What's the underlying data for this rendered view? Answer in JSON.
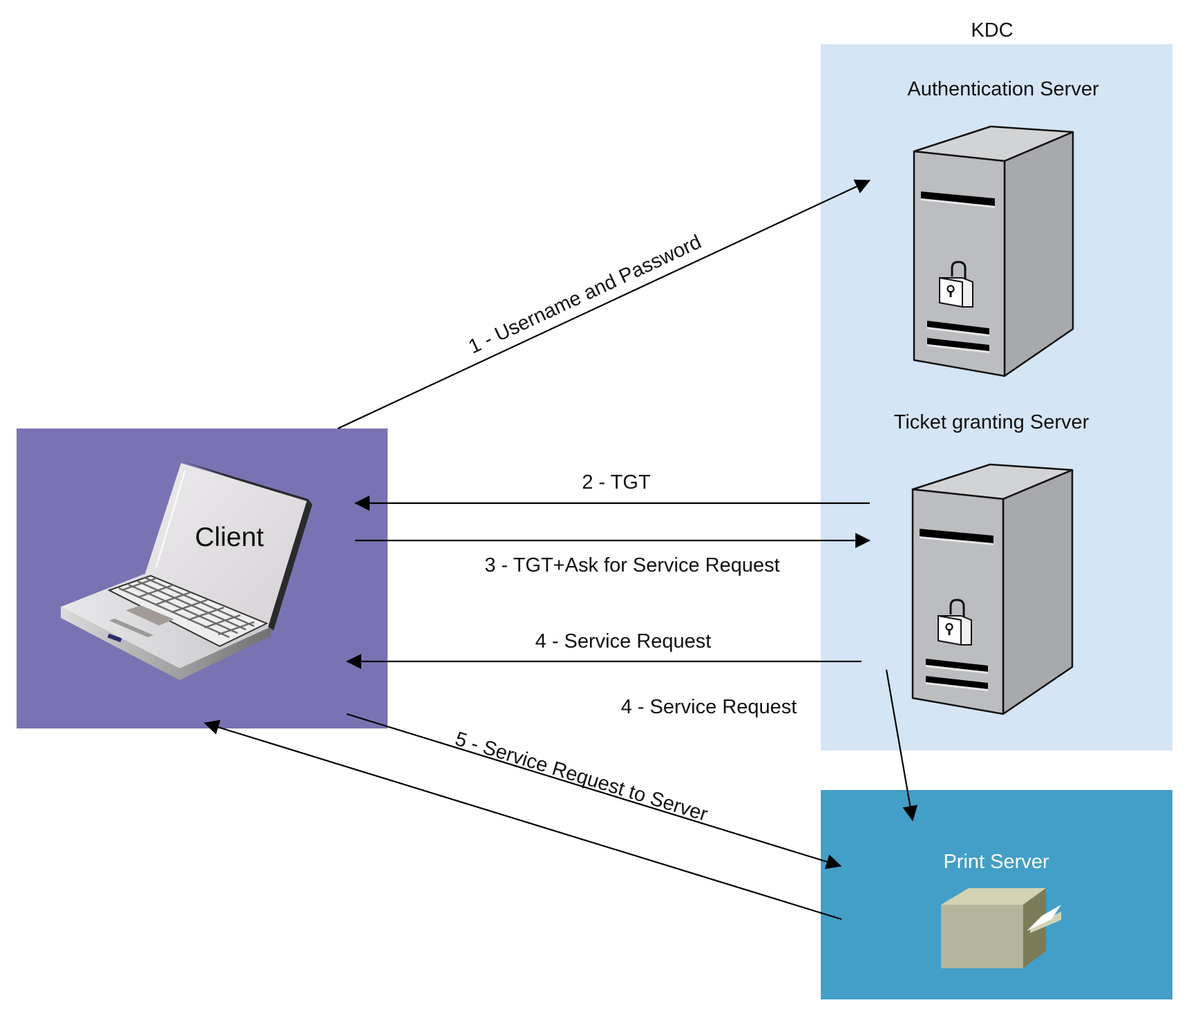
{
  "diagram": {
    "kdc": {
      "title": "KDC",
      "background": "#d4e5f5",
      "authentication_server": {
        "label": "Authentication Server"
      },
      "ticket_granting_server": {
        "label": "Ticket granting Server"
      }
    },
    "client": {
      "label": "Client",
      "background": "#7a73b3"
    },
    "print_server": {
      "label": "Print Server",
      "background": "#439fc7"
    },
    "arrows": [
      {
        "id": "step-1",
        "label": "1 - Username and Password",
        "from": "client",
        "to": "authentication_server"
      },
      {
        "id": "step-2",
        "label": "2 - TGT",
        "from": "ticket_granting_server",
        "to": "client"
      },
      {
        "id": "step-3",
        "label": "3 - TGT+Ask for Service Request",
        "from": "client",
        "to": "ticket_granting_server"
      },
      {
        "id": "step-4a",
        "label": "4 - Service Request",
        "from": "ticket_granting_server",
        "to": "client"
      },
      {
        "id": "step-4b",
        "label": "4 - Service Request",
        "from": "ticket_granting_server",
        "to": "print_server"
      },
      {
        "id": "step-5",
        "label": "5 - Service Request to Server",
        "from": "client",
        "to": "print_server"
      },
      {
        "id": "step-5-return",
        "label": "",
        "from": "print_server",
        "to": "client"
      }
    ],
    "icons": {
      "laptop": "laptop-icon",
      "server": "server-tower-icon",
      "lock": "padlock-icon",
      "printer": "printer-box-icon"
    }
  }
}
